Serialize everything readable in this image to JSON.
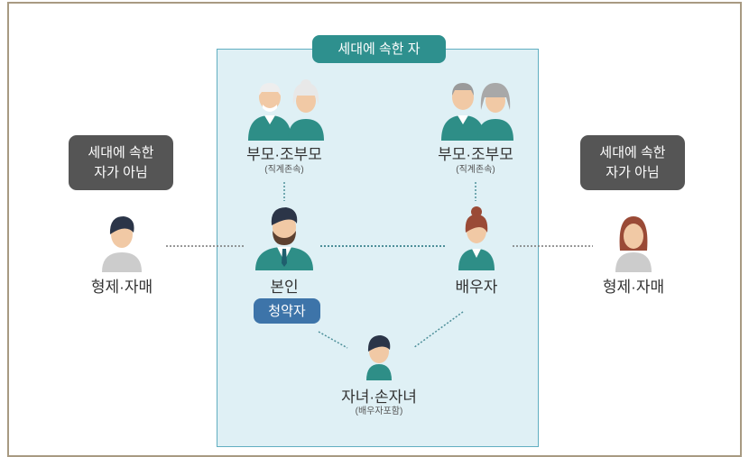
{
  "diagram": {
    "household_title": "세대에 속한 자",
    "non_household_left": "세대에 속한\n자가 아님",
    "non_household_right": "세대에 속한\n자가 아님",
    "parents_left": {
      "label": "부모·조부모",
      "note": "(직계존속)"
    },
    "parents_right": {
      "label": "부모·조부모",
      "note": "(직계존속)"
    },
    "self": {
      "label": "본인",
      "badge": "청약자"
    },
    "spouse": {
      "label": "배우자"
    },
    "children": {
      "label": "자녀·손자녀",
      "note": "(배우자포함)"
    },
    "sibling_left": {
      "label": "형제·자매"
    },
    "sibling_right": {
      "label": "형제·자매"
    }
  },
  "colors": {
    "frame_border": "#a89a82",
    "household_bg": "#dff0f5",
    "household_border": "#61aec1",
    "title_pill": "#2e908e",
    "applicant_pill": "#3d74a9",
    "non_household_box": "#555555",
    "connector": "#4d8f99"
  }
}
